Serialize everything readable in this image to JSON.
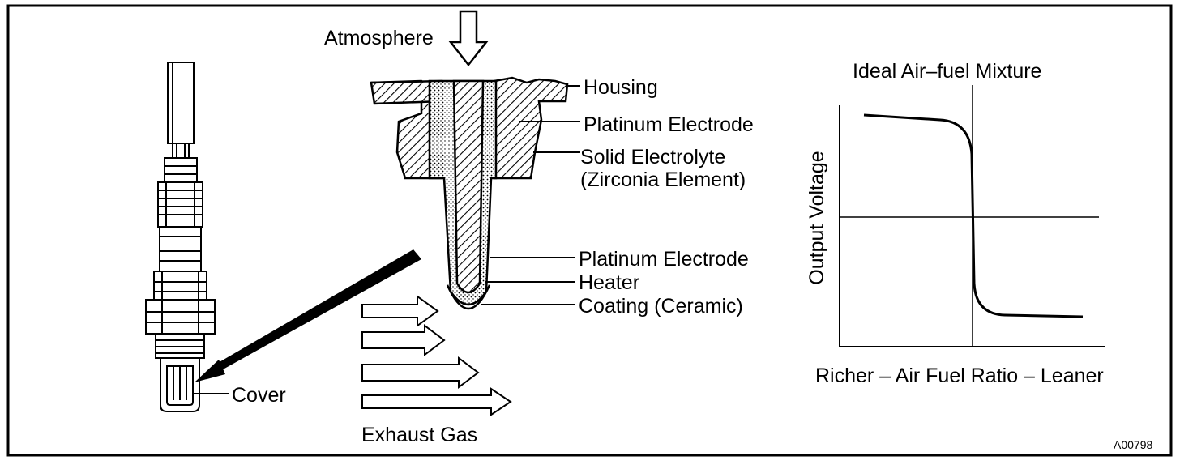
{
  "labels": {
    "atmosphere": "Atmosphere",
    "housing": "Housing",
    "platinum_electrode_top": "Platinum Electrode",
    "solid_electrolyte": "Solid Electrolyte",
    "zirconia_element": "(Zirconia Element)",
    "platinum_electrode_bottom": "Platinum Electrode",
    "heater": "Heater",
    "coating": "Coating (Ceramic)",
    "cover": "Cover",
    "exhaust_gas": "Exhaust Gas",
    "figure_code": "A00798"
  },
  "graph": {
    "title": "Ideal Air–fuel Mixture",
    "ylabel": "Output Voltage",
    "xlabel": "Richer – Air Fuel Ratio – Leaner"
  },
  "colors": {
    "ink": "#000000",
    "background": "#ffffff"
  }
}
